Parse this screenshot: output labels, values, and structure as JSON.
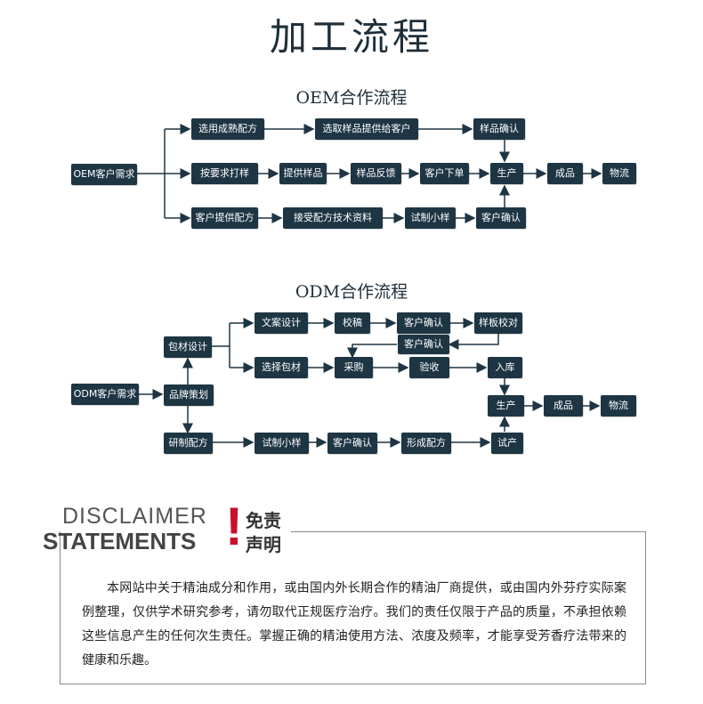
{
  "title": "加工流程",
  "oem": {
    "subtitle": "OEM合作流程",
    "nodes": {
      "start": "OEM客户需求",
      "select_formula": "选用成熟配方",
      "select_sample": "选取样品提供给客户",
      "sample_confirm": "样品确认",
      "custom_sample": "按要求打样",
      "provide_sample": "提供样品",
      "sample_feedback": "样品反馈",
      "customer_order": "客户下单",
      "production": "生产",
      "finished": "成品",
      "logistics": "物流",
      "customer_formula": "客户提供配方",
      "accept_formula": "接受配方技术资料",
      "trial_batch": "试制小样",
      "customer_confirm": "客户确认"
    }
  },
  "odm": {
    "subtitle": "ODM合作流程",
    "nodes": {
      "start": "ODM客户需求",
      "brand_plan": "品牌策划",
      "packaging_design": "包材设计",
      "copy_design": "文案设计",
      "proofread": "校稿",
      "customer_confirm_1": "客户确认",
      "proof_check": "样板校对",
      "customer_confirm_2": "客户确认",
      "select_packaging": "选择包材",
      "purchase": "采购",
      "inspect": "验收",
      "warehouse": "入库",
      "production": "生产",
      "finished": "成品",
      "logistics": "物流",
      "develop_formula": "研制配方",
      "trial_batch": "试制小样",
      "customer_confirm_3": "客户确认",
      "final_formula": "形成配方",
      "trial_production": "试产"
    }
  },
  "disclaimer": {
    "en_line1": "DISCLAIMER",
    "en_line2": "STATEMENTS",
    "mark": "!",
    "cn_line1": "免责",
    "cn_line2": "声明",
    "text": "本网站中关于精油成分和作用，或由国内外长期合作的精油厂商提供，或由国内外芬疗实际案例整理，仅供学术研究参考，请勿取代正规医疗治疗。我们的责任仅限于产品的质量，不承担依赖这些信息产生的任何次生责任。掌握正确的精油使用方法、浓度及频率，才能享受芳香疗法带来的健康和乐趣。"
  },
  "colors": {
    "box": "#1e3544",
    "arrow": "#1e3544",
    "accent_red": "#c8102e"
  }
}
